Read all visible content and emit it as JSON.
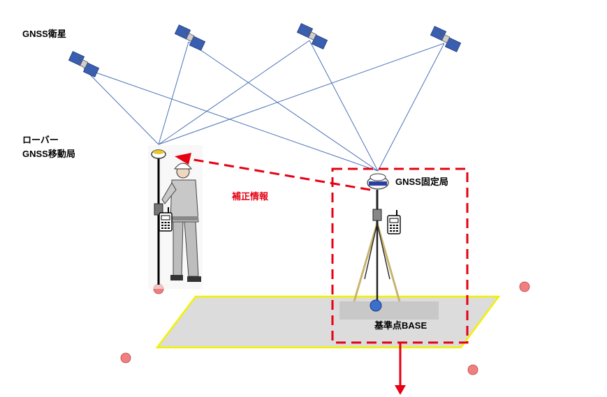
{
  "labels": {
    "satellites": "GNSS衛星",
    "rover_line1": "ローバー",
    "rover_line2": "GNSS移動局",
    "correction": "補正情報",
    "base_station": "GNSS固定局",
    "base_point": "基準点BASE"
  },
  "colors": {
    "signal_line": "#4a72b8",
    "correction_arrow": "#e60012",
    "ground_plane_fill": "#dcdcdc",
    "ground_plane_border": "#f2f200",
    "survey_point": "#f08080",
    "base_point": "#3a6fd0",
    "tripod_leg": "#c8b46e"
  },
  "icons": [
    "satellite-icon",
    "surveyor-icon",
    "gnss-antenna-icon",
    "radio-icon",
    "tripod-icon"
  ]
}
